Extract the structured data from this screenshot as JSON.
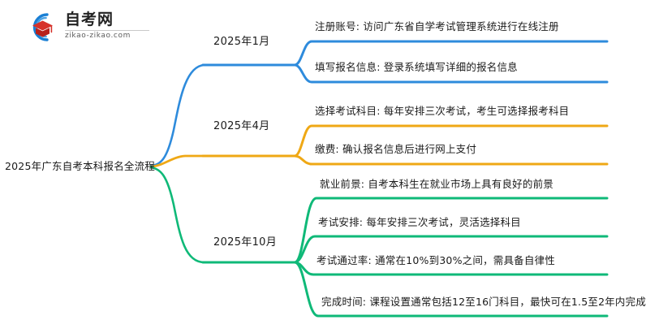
{
  "logo": {
    "name_cn": "自考网",
    "url": "zikao-zikao.com",
    "mark_icon": "graduation-cap-icon",
    "arc_color": "#1a7fd4",
    "cap_color": "#d6322a"
  },
  "mindmap": {
    "root": {
      "label": "2025年广东自考本科报名全流程"
    },
    "branches": [
      {
        "label": "2025年1月",
        "color": "#2e8bdc",
        "leaves": [
          "注册账号: 访问广东省自学考试管理系统进行在线注册",
          "填写报名信息: 登录系统填写详细的报名信息"
        ]
      },
      {
        "label": "2025年4月",
        "color": "#efa815",
        "leaves": [
          "选择考试科目: 每年安排三次考试，考生可选择报考科目",
          "缴费: 确认报名信息后进行网上支付"
        ]
      },
      {
        "label": "2025年10月",
        "color": "#0fb978",
        "leaves": [
          "就业前景: 自考本科生在就业市场上具有良好的前景",
          "考试安排: 每年安排三次考试，灵活选择科目",
          "考试通过率: 通常在10%到30%之间，需具备自律性",
          "完成时间: 课程设置通常包括12至16门科目，最快可在1.5至2年内完成"
        ]
      }
    ]
  }
}
